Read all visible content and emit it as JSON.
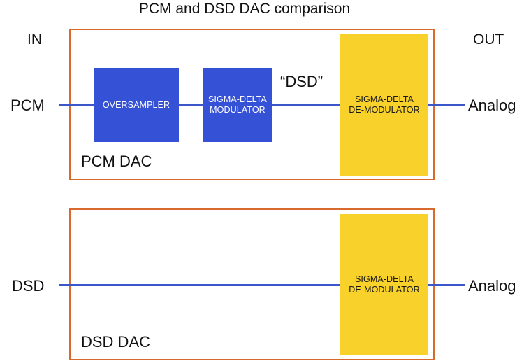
{
  "diagram": {
    "title": "PCM and DSD DAC comparison",
    "in_heading": "IN",
    "out_heading": "OUT",
    "colors": {
      "frame": "#d96a2e",
      "signal_line": "#3b56c9",
      "processing_block": "#3551d6",
      "demodulator_block": "#f8d12b"
    },
    "pcm_dac": {
      "label": "PCM DAC",
      "input_label": "PCM",
      "output_label": "Analog",
      "intermediate_label": "“DSD”",
      "blocks": [
        {
          "text": "OVERSAMPLER"
        },
        {
          "text": "SIGMA-DELTA\nMODULATOR"
        },
        {
          "text": "SIGMA-DELTA\nDE-MODULATOR"
        }
      ]
    },
    "dsd_dac": {
      "label": "DSD DAC",
      "input_label": "DSD",
      "output_label": "Analog",
      "blocks": [
        {
          "text": "SIGMA-DELTA\nDE-MODULATOR"
        }
      ]
    }
  }
}
